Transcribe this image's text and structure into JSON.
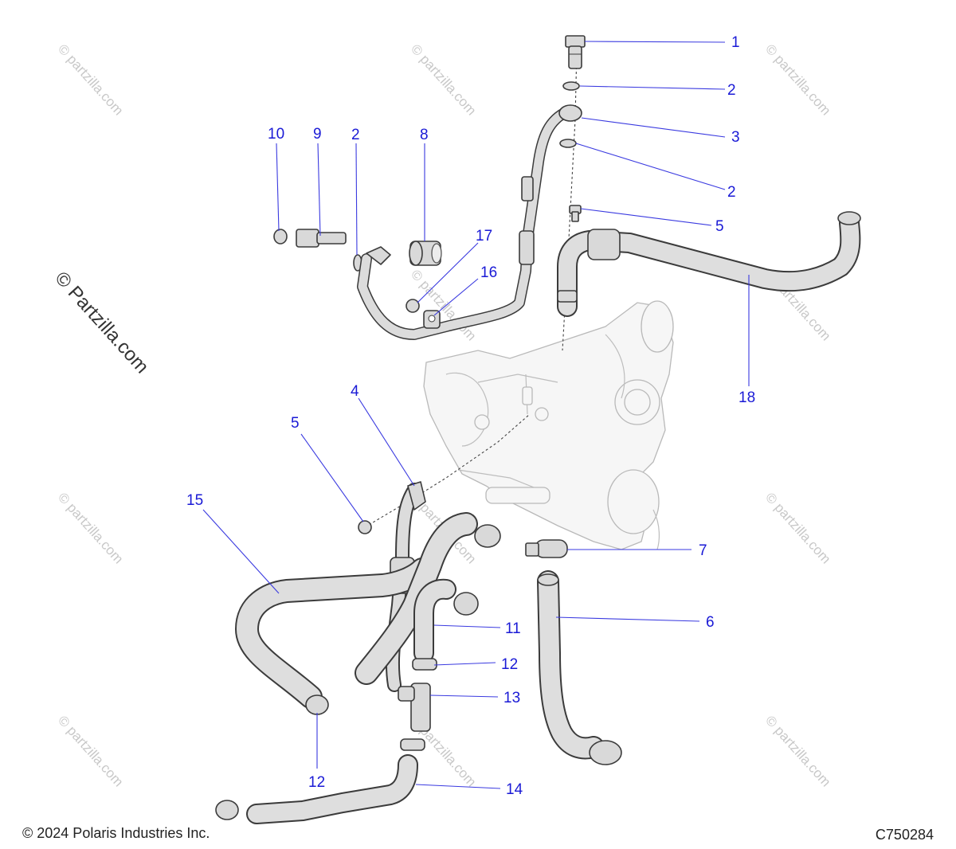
{
  "watermark": {
    "text": "© partzilla.com",
    "side_text": "© Partzilla.com"
  },
  "callouts": [
    {
      "id": "c1",
      "label": "1"
    },
    {
      "id": "c2a",
      "label": "2"
    },
    {
      "id": "c3",
      "label": "3"
    },
    {
      "id": "c2b",
      "label": "2"
    },
    {
      "id": "c5a",
      "label": "5"
    },
    {
      "id": "c18",
      "label": "18"
    },
    {
      "id": "c10",
      "label": "10"
    },
    {
      "id": "c9",
      "label": "9"
    },
    {
      "id": "c2c",
      "label": "2"
    },
    {
      "id": "c8",
      "label": "8"
    },
    {
      "id": "c17",
      "label": "17"
    },
    {
      "id": "c16",
      "label": "16"
    },
    {
      "id": "c4",
      "label": "4"
    },
    {
      "id": "c5b",
      "label": "5"
    },
    {
      "id": "c15",
      "label": "15"
    },
    {
      "id": "c7",
      "label": "7"
    },
    {
      "id": "c6",
      "label": "6"
    },
    {
      "id": "c11",
      "label": "11"
    },
    {
      "id": "c12a",
      "label": "12"
    },
    {
      "id": "c13",
      "label": "13"
    },
    {
      "id": "c12b",
      "label": "12"
    },
    {
      "id": "c14",
      "label": "14"
    }
  ],
  "footer": {
    "copyright": "© 2024 Polaris Industries Inc.",
    "drawing_code": "C750284"
  },
  "colors": {
    "callout": "#1a1ad6",
    "part_stroke": "#3b3b3b",
    "part_fill": "#d9d9d9",
    "ghost_stroke": "#b9b9b9"
  }
}
